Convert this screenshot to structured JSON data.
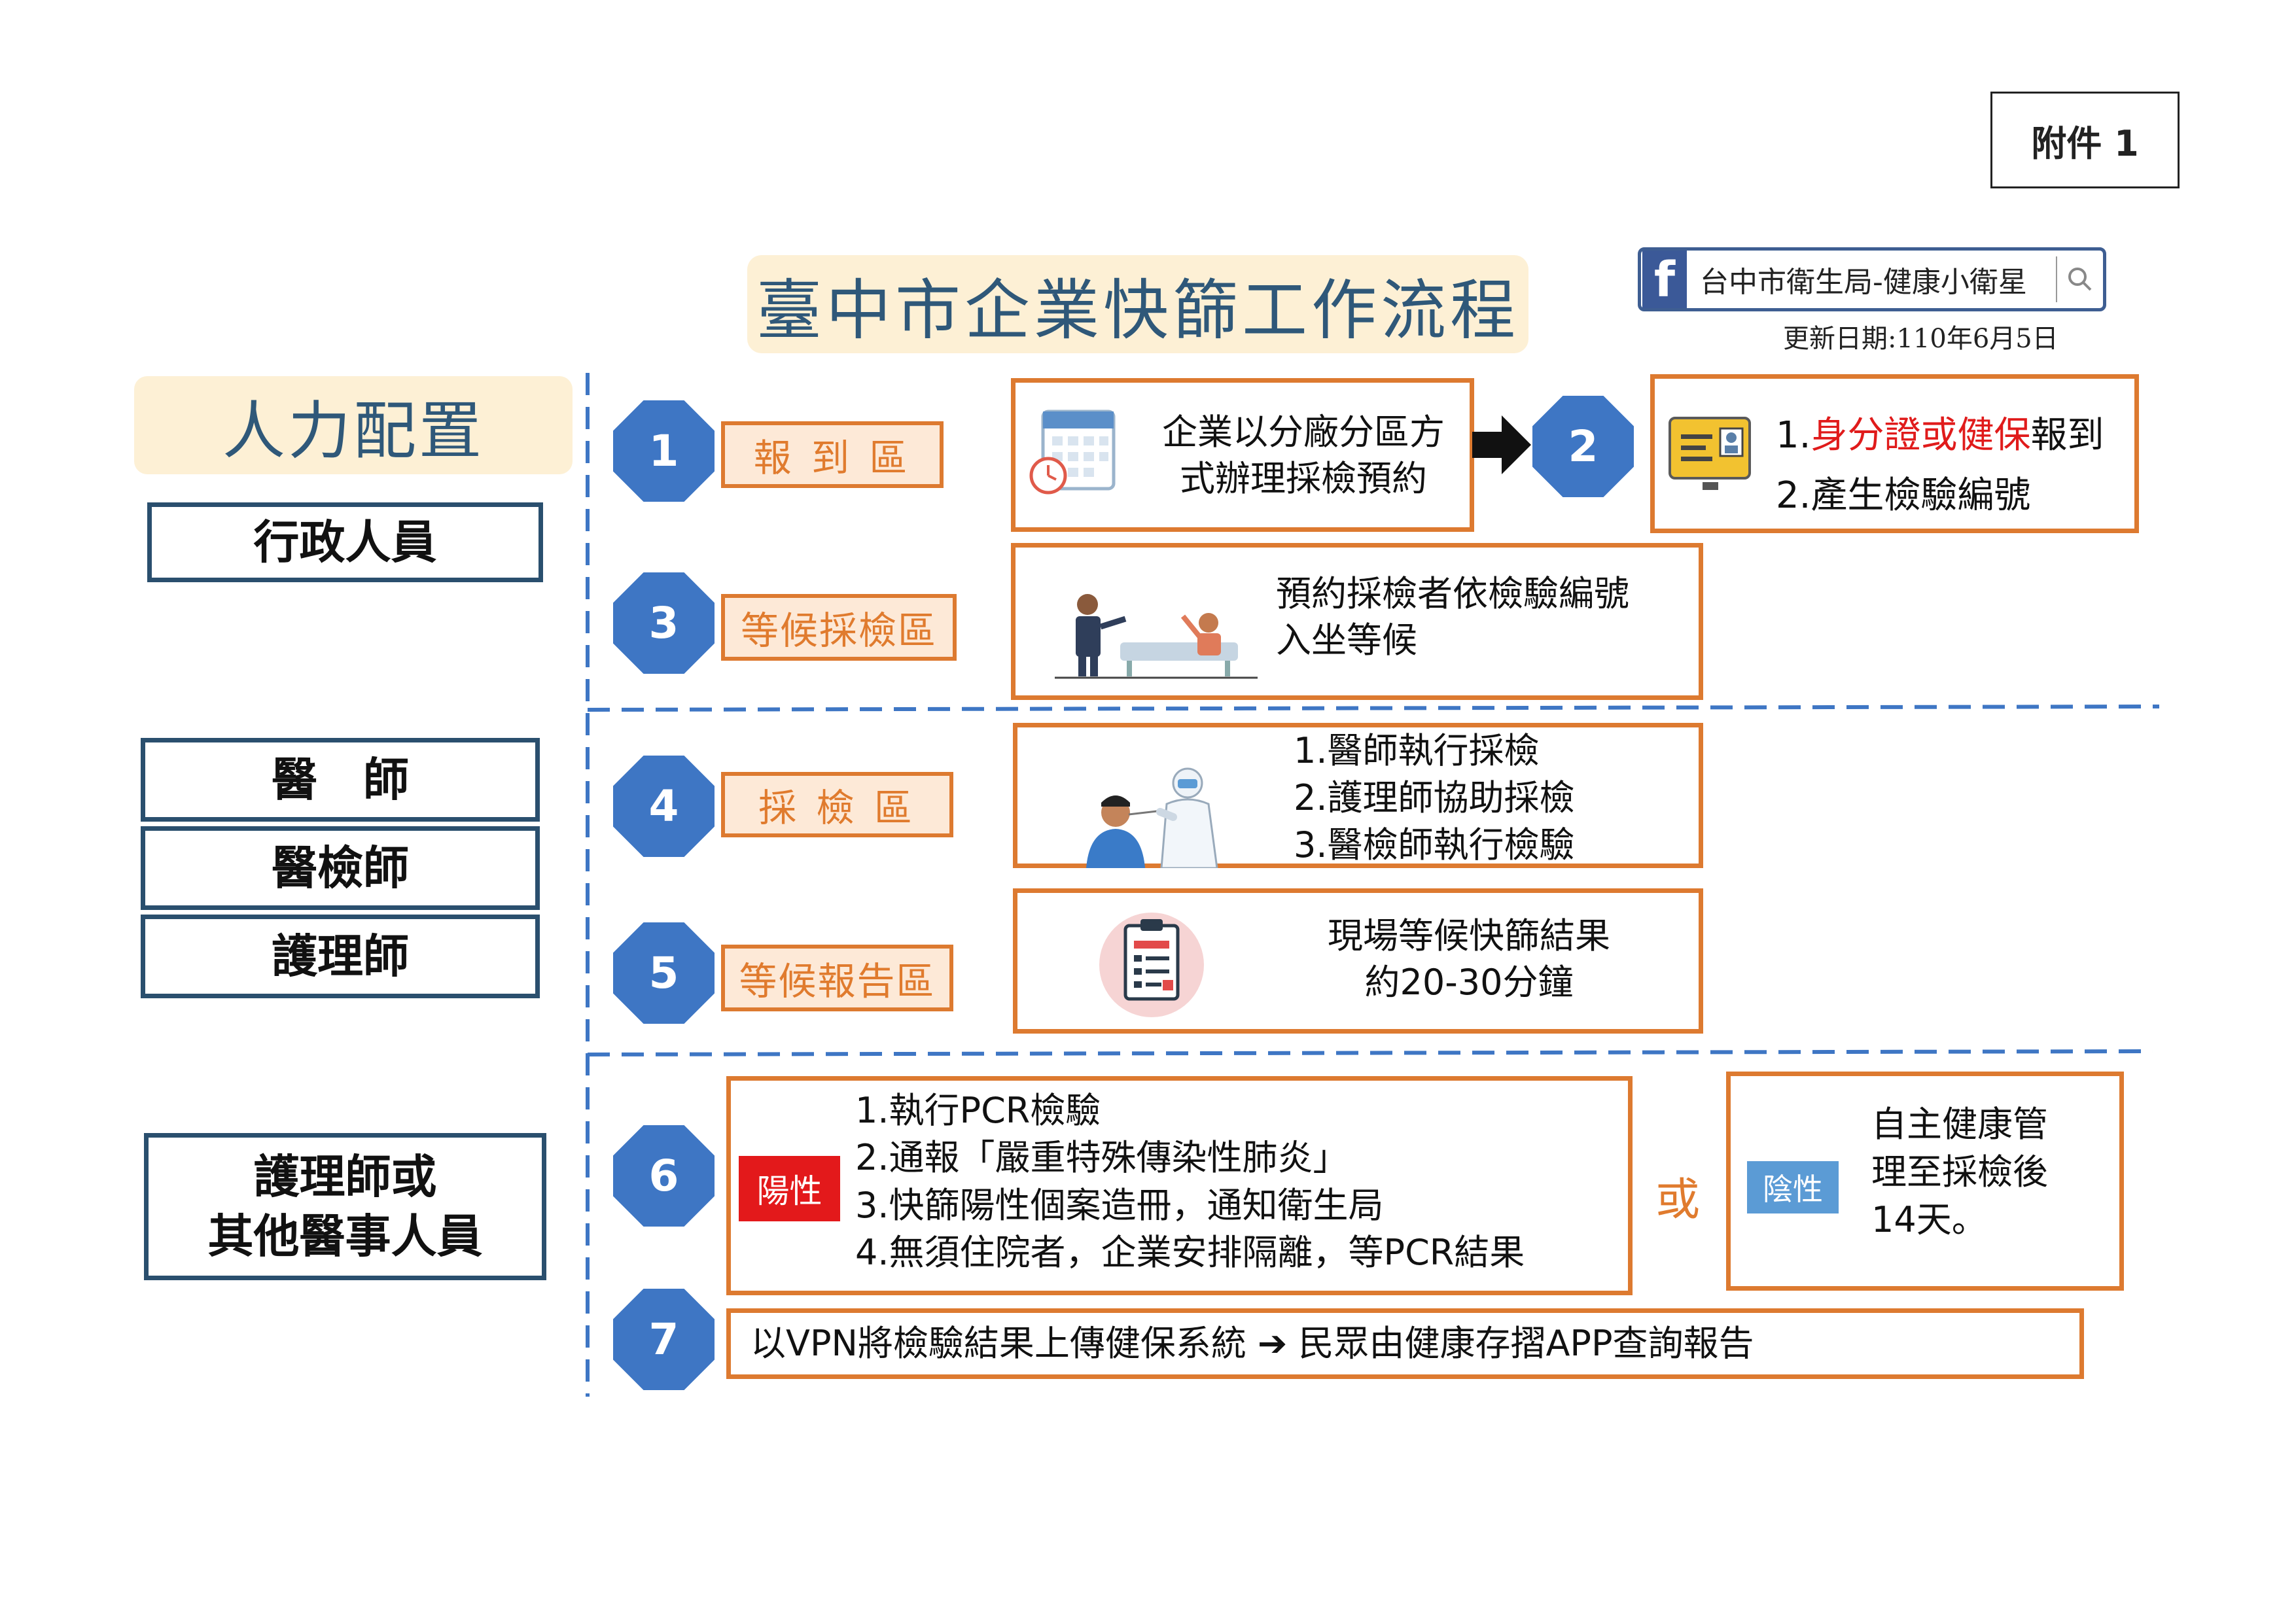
{
  "attachment": "附件 1",
  "title": "臺中市企業快篩工作流程",
  "facebook": {
    "page": "台中市衛生局-健康小衛星"
  },
  "updated": "更新日期:110年6月5日",
  "staff_header": "人力配置",
  "roles": {
    "admin": "行政人員",
    "doctor": "醫　師",
    "lab_tech": "醫檢師",
    "nurse": "護理師",
    "nurse_or_other_line1": "護理師或",
    "nurse_or_other_line2": "其他醫事人員"
  },
  "steps": {
    "s1": {
      "num": "1",
      "label": "報 到 區",
      "text_line1": "企業以分廠分區方",
      "text_line2": "式辦理採檢預約"
    },
    "s2": {
      "num": "2",
      "line1_prefix": "1.",
      "line1_red": "身分證或健保",
      "line1_suffix": "報到",
      "line2": "2.產生檢驗編號"
    },
    "s3": {
      "num": "3",
      "label": "等候採檢區",
      "text_line1": "預約採檢者依檢驗編號",
      "text_line2": "入坐等候"
    },
    "s4": {
      "num": "4",
      "label": "採 檢 區",
      "items": [
        "1.醫師執行採檢",
        "2.護理師協助採檢",
        "3.醫檢師執行檢驗"
      ]
    },
    "s5": {
      "num": "5",
      "label": "等候報告區",
      "text_line1": "現場等候快篩結果",
      "text_line2": "約20-30分鐘"
    },
    "s6": {
      "num": "6",
      "positive_badge": "陽性",
      "positive_items": [
        "1.執行PCR檢驗",
        "2.通報「嚴重特殊傳染性肺炎」",
        "3.快篩陽性個案造冊，通知衛生局",
        "4.無須住院者，企業安排隔離，等PCR結果"
      ],
      "or": "或",
      "negative_badge": "陰性",
      "negative_lines": [
        "自主健康管",
        "理至採檢後",
        "14天。"
      ]
    },
    "s7": {
      "num": "7",
      "text": "以VPN將檢驗結果上傳健保系統 ➔ 民眾由健康存摺APP查詢報告"
    }
  },
  "colors": {
    "accent_orange": "#dd7a30",
    "octagon_blue": "#3e76c4",
    "title_blue": "#2f5879",
    "positive_red": "#e3191b",
    "negative_blue": "#5b9bd5"
  }
}
